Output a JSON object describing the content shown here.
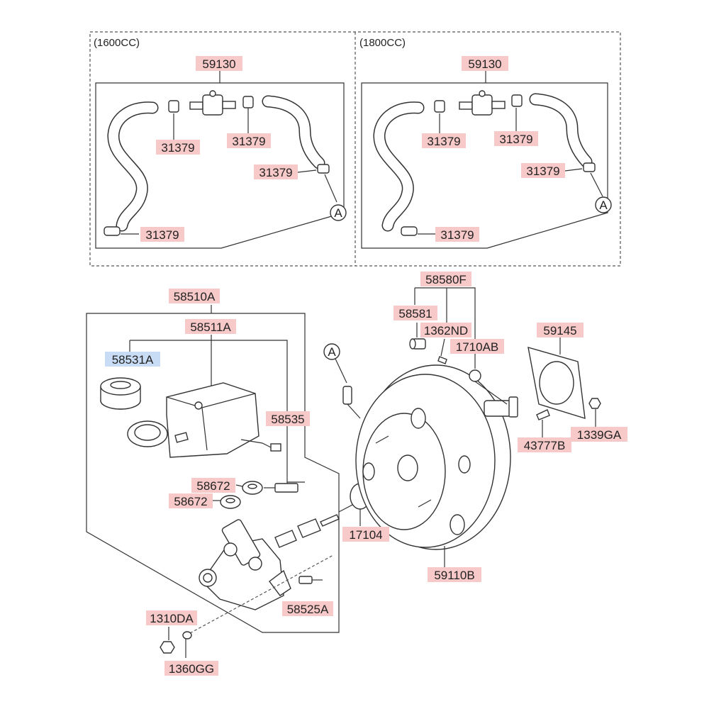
{
  "colors": {
    "label_bg": "#f7c9c9",
    "label_bg_selected": "#c9dcf5",
    "line": "#333333"
  },
  "sections": {
    "left_title": "(1600CC)",
    "right_title": "(1800CC)"
  },
  "callouts": {
    "a_left": "A",
    "a_right": "A",
    "a_main": "A"
  },
  "labels": {
    "l_59130": "59130",
    "l_31379_a": "31379",
    "l_31379_b": "31379",
    "l_31379_c": "31379",
    "l_31379_d": "31379",
    "r_59130": "59130",
    "r_31379_a": "31379",
    "r_31379_b": "31379",
    "r_31379_c": "31379",
    "r_31379_d": "31379",
    "p_58510A": "58510A",
    "p_58511A": "58511A",
    "p_58531A": "58531A",
    "p_58535": "58535",
    "p_58672_a": "58672",
    "p_58672_b": "58672",
    "p_58525A": "58525A",
    "p_1310DA": "1310DA",
    "p_1360GG": "1360GG",
    "p_58580F": "58580F",
    "p_58581": "58581",
    "p_1362ND": "1362ND",
    "p_1710AB": "1710AB",
    "p_59145": "59145",
    "p_1339GA": "1339GA",
    "p_43777B": "43777B",
    "p_17104": "17104",
    "p_59110B": "59110B"
  }
}
